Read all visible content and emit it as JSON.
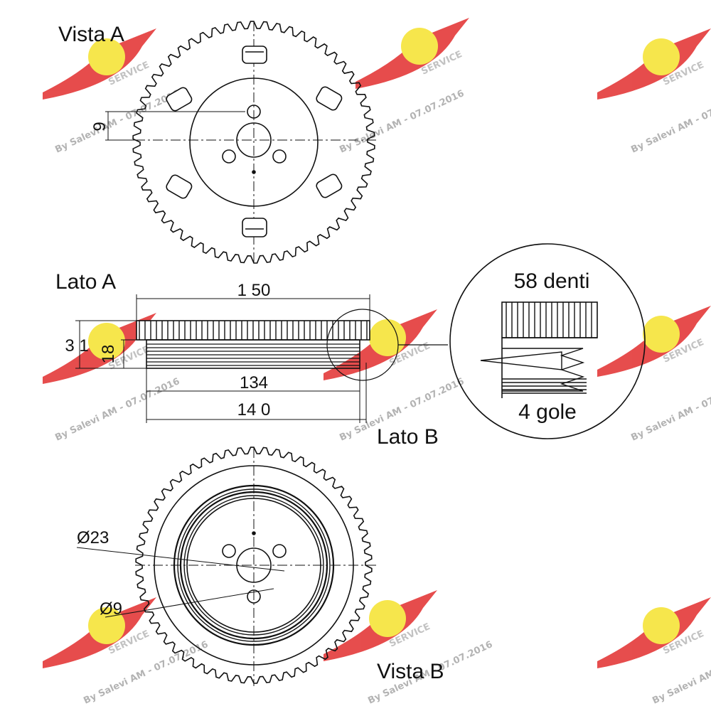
{
  "views": {
    "vista_a": "Vista A",
    "lato_a": "Lato A",
    "lato_b": "Lato B",
    "vista_b": "Vista B"
  },
  "dimensions": {
    "d150": "1 50",
    "d134": "134",
    "d140": "14 0",
    "d31": "3 1",
    "d18": "18",
    "d9_top": "9",
    "dia23": "Ø23",
    "dia9": "Ø9"
  },
  "detail": {
    "teeth": "58 denti",
    "grooves": "4 gole"
  },
  "watermark": {
    "text": "By Salevi AM - 07.07.2016",
    "logo_text": "SERVICE",
    "logo_color": "#e02020",
    "logo_sun_color": "#f5e020"
  },
  "colors": {
    "ink": "#111111",
    "teeth_fill": "#7a2222"
  }
}
